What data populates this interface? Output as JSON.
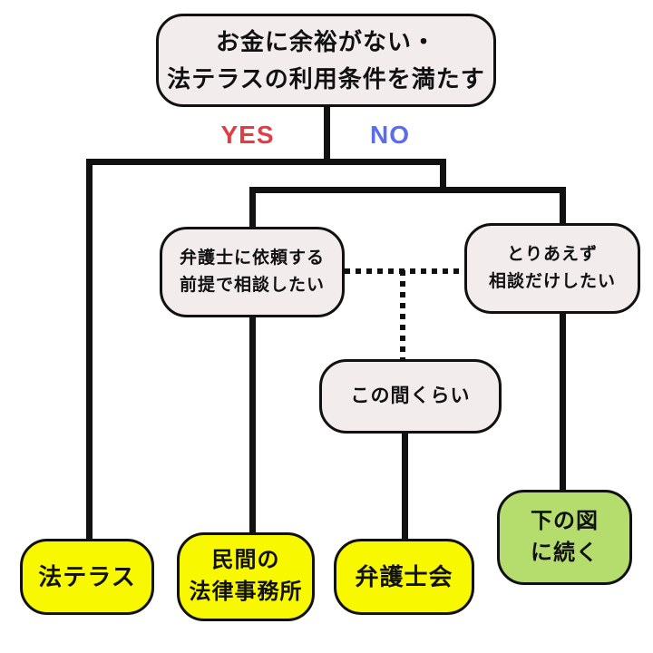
{
  "diagram": {
    "root_node": {
      "line1": "お金に余裕がない・",
      "line2": "法テラスの利用条件を満たす"
    },
    "branches": {
      "yes": "YES",
      "no": "NO"
    },
    "nodes": {
      "request_premise": {
        "line1": "弁護士に依頼する",
        "line2": "前提で相談したい"
      },
      "consult_only": {
        "line1": "とりあえず",
        "line2": "相談だけしたい"
      },
      "in_between": {
        "label": "この間くらい"
      }
    },
    "leaves": {
      "houterasu": {
        "label": "法テラス"
      },
      "private_firm": {
        "line1": "民間の",
        "line2": "法律事務所"
      },
      "bar_association": {
        "label": "弁護士会"
      },
      "continue_below": {
        "line1": "下の図",
        "line2": "に続く"
      }
    },
    "colors": {
      "yes": "#e13e44",
      "no": "#5a6ee8",
      "node_fill": "#f2ecec",
      "leaf_yellow": "#f8f800",
      "leaf_green": "#b4dd6e",
      "line": "#111111",
      "text": "#111111",
      "background": "#ffffff"
    }
  }
}
